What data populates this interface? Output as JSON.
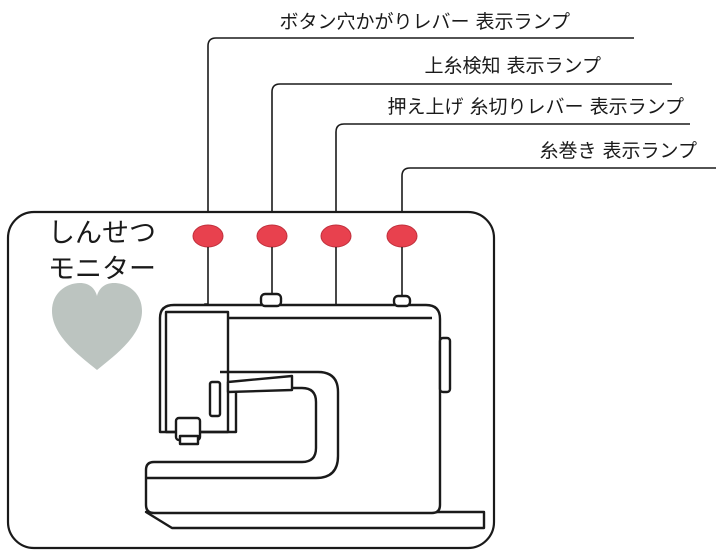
{
  "callouts": [
    {
      "label": "ボタン穴かがりレバー 表示ランプ"
    },
    {
      "label": "上糸検知 表示ランプ"
    },
    {
      "label": "押え上げ 糸切りレバー 表示ランプ"
    },
    {
      "label": "糸巻き 表示ランプ"
    }
  ],
  "panel": {
    "title_line1": "しんせつ",
    "title_line2": "モニター"
  },
  "colors": {
    "lamp": "#e8414e",
    "lamp_stroke": "#c0303c",
    "heart": "#bcc4c0",
    "line": "#1a1a1a"
  },
  "icons": {
    "heart": "heart-icon"
  }
}
